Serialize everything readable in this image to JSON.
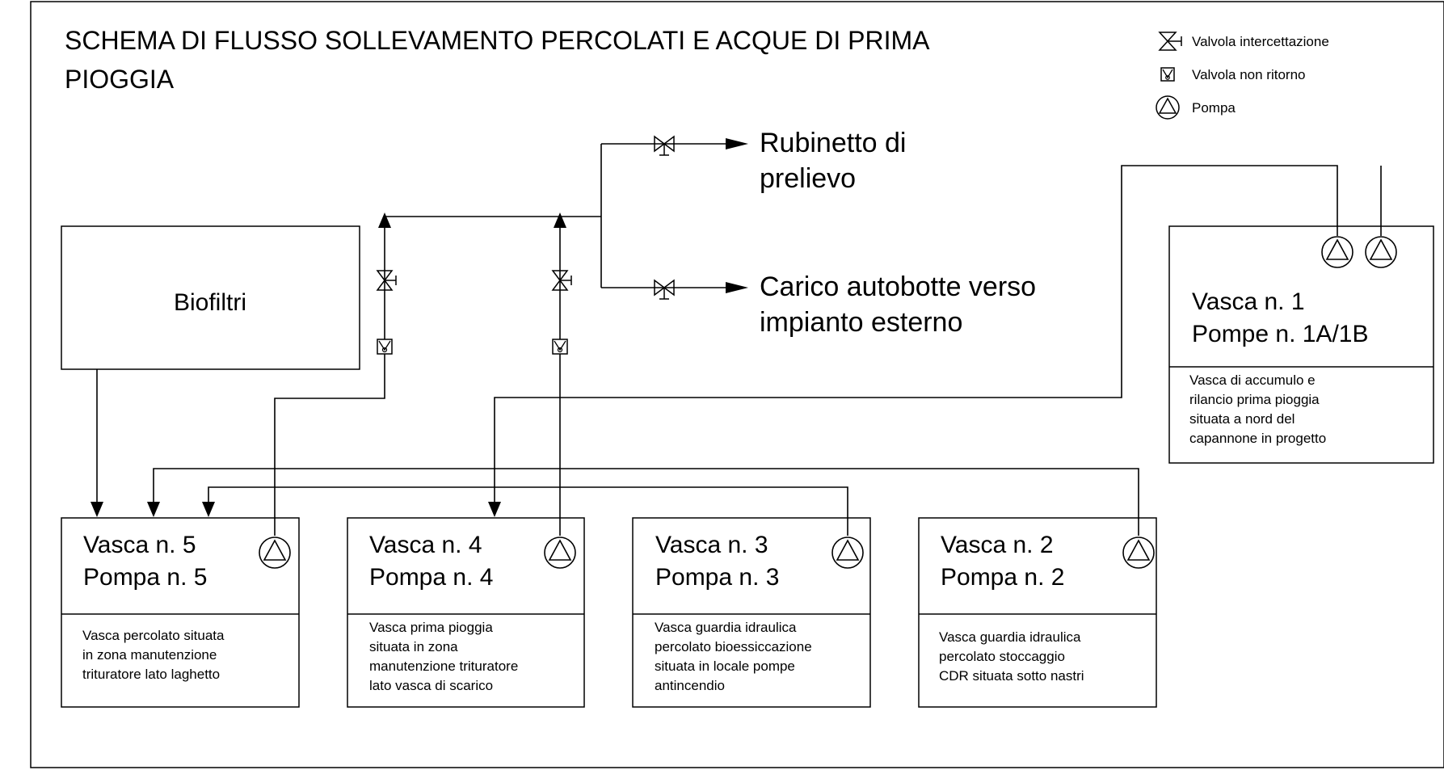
{
  "title": {
    "line1": "SCHEMA DI FLUSSO SOLLEVAMENTO PERCOLATI E ACQUE DI PRIMA",
    "line2": "PIOGGIA"
  },
  "legend": {
    "valve": "Valvola intercettazione",
    "check_valve": "Valvola non ritorno",
    "pump": "Pompa"
  },
  "biofilter": {
    "label": "Biofiltri"
  },
  "outlets": {
    "tap": {
      "line1": "Rubinetto di",
      "line2": "prelievo"
    },
    "tanker": {
      "line1": "Carico autobotte verso",
      "line2": "impianto esterno"
    }
  },
  "tank1": {
    "line1": "Vasca n. 1",
    "line2": "Pompe n. 1A/1B",
    "desc": [
      "Vasca di accumulo e",
      "rilancio prima pioggia",
      "situata a nord del",
      "capannone in progetto"
    ]
  },
  "tank5": {
    "line1": "Vasca n. 5",
    "line2": "Pompa n. 5",
    "desc": [
      "Vasca percolato situata",
      "in zona manutenzione",
      "trituratore lato laghetto"
    ]
  },
  "tank4": {
    "line1": "Vasca n. 4",
    "line2": "Pompa n. 4",
    "desc": [
      "Vasca prima pioggia",
      "situata in zona",
      "manutenzione trituratore",
      "lato vasca di scarico"
    ]
  },
  "tank3": {
    "line1": "Vasca n. 3",
    "line2": "Pompa n. 3",
    "desc": [
      "Vasca guardia idraulica",
      "percolato bioessiccazione",
      "situata in locale pompe",
      "antincendio"
    ]
  },
  "tank2": {
    "line1": "Vasca n. 2",
    "line2": "Pompa n. 2",
    "desc": [
      "Vasca guardia idraulica",
      "percolato stoccaggio",
      "CDR situata sotto nastri"
    ]
  }
}
